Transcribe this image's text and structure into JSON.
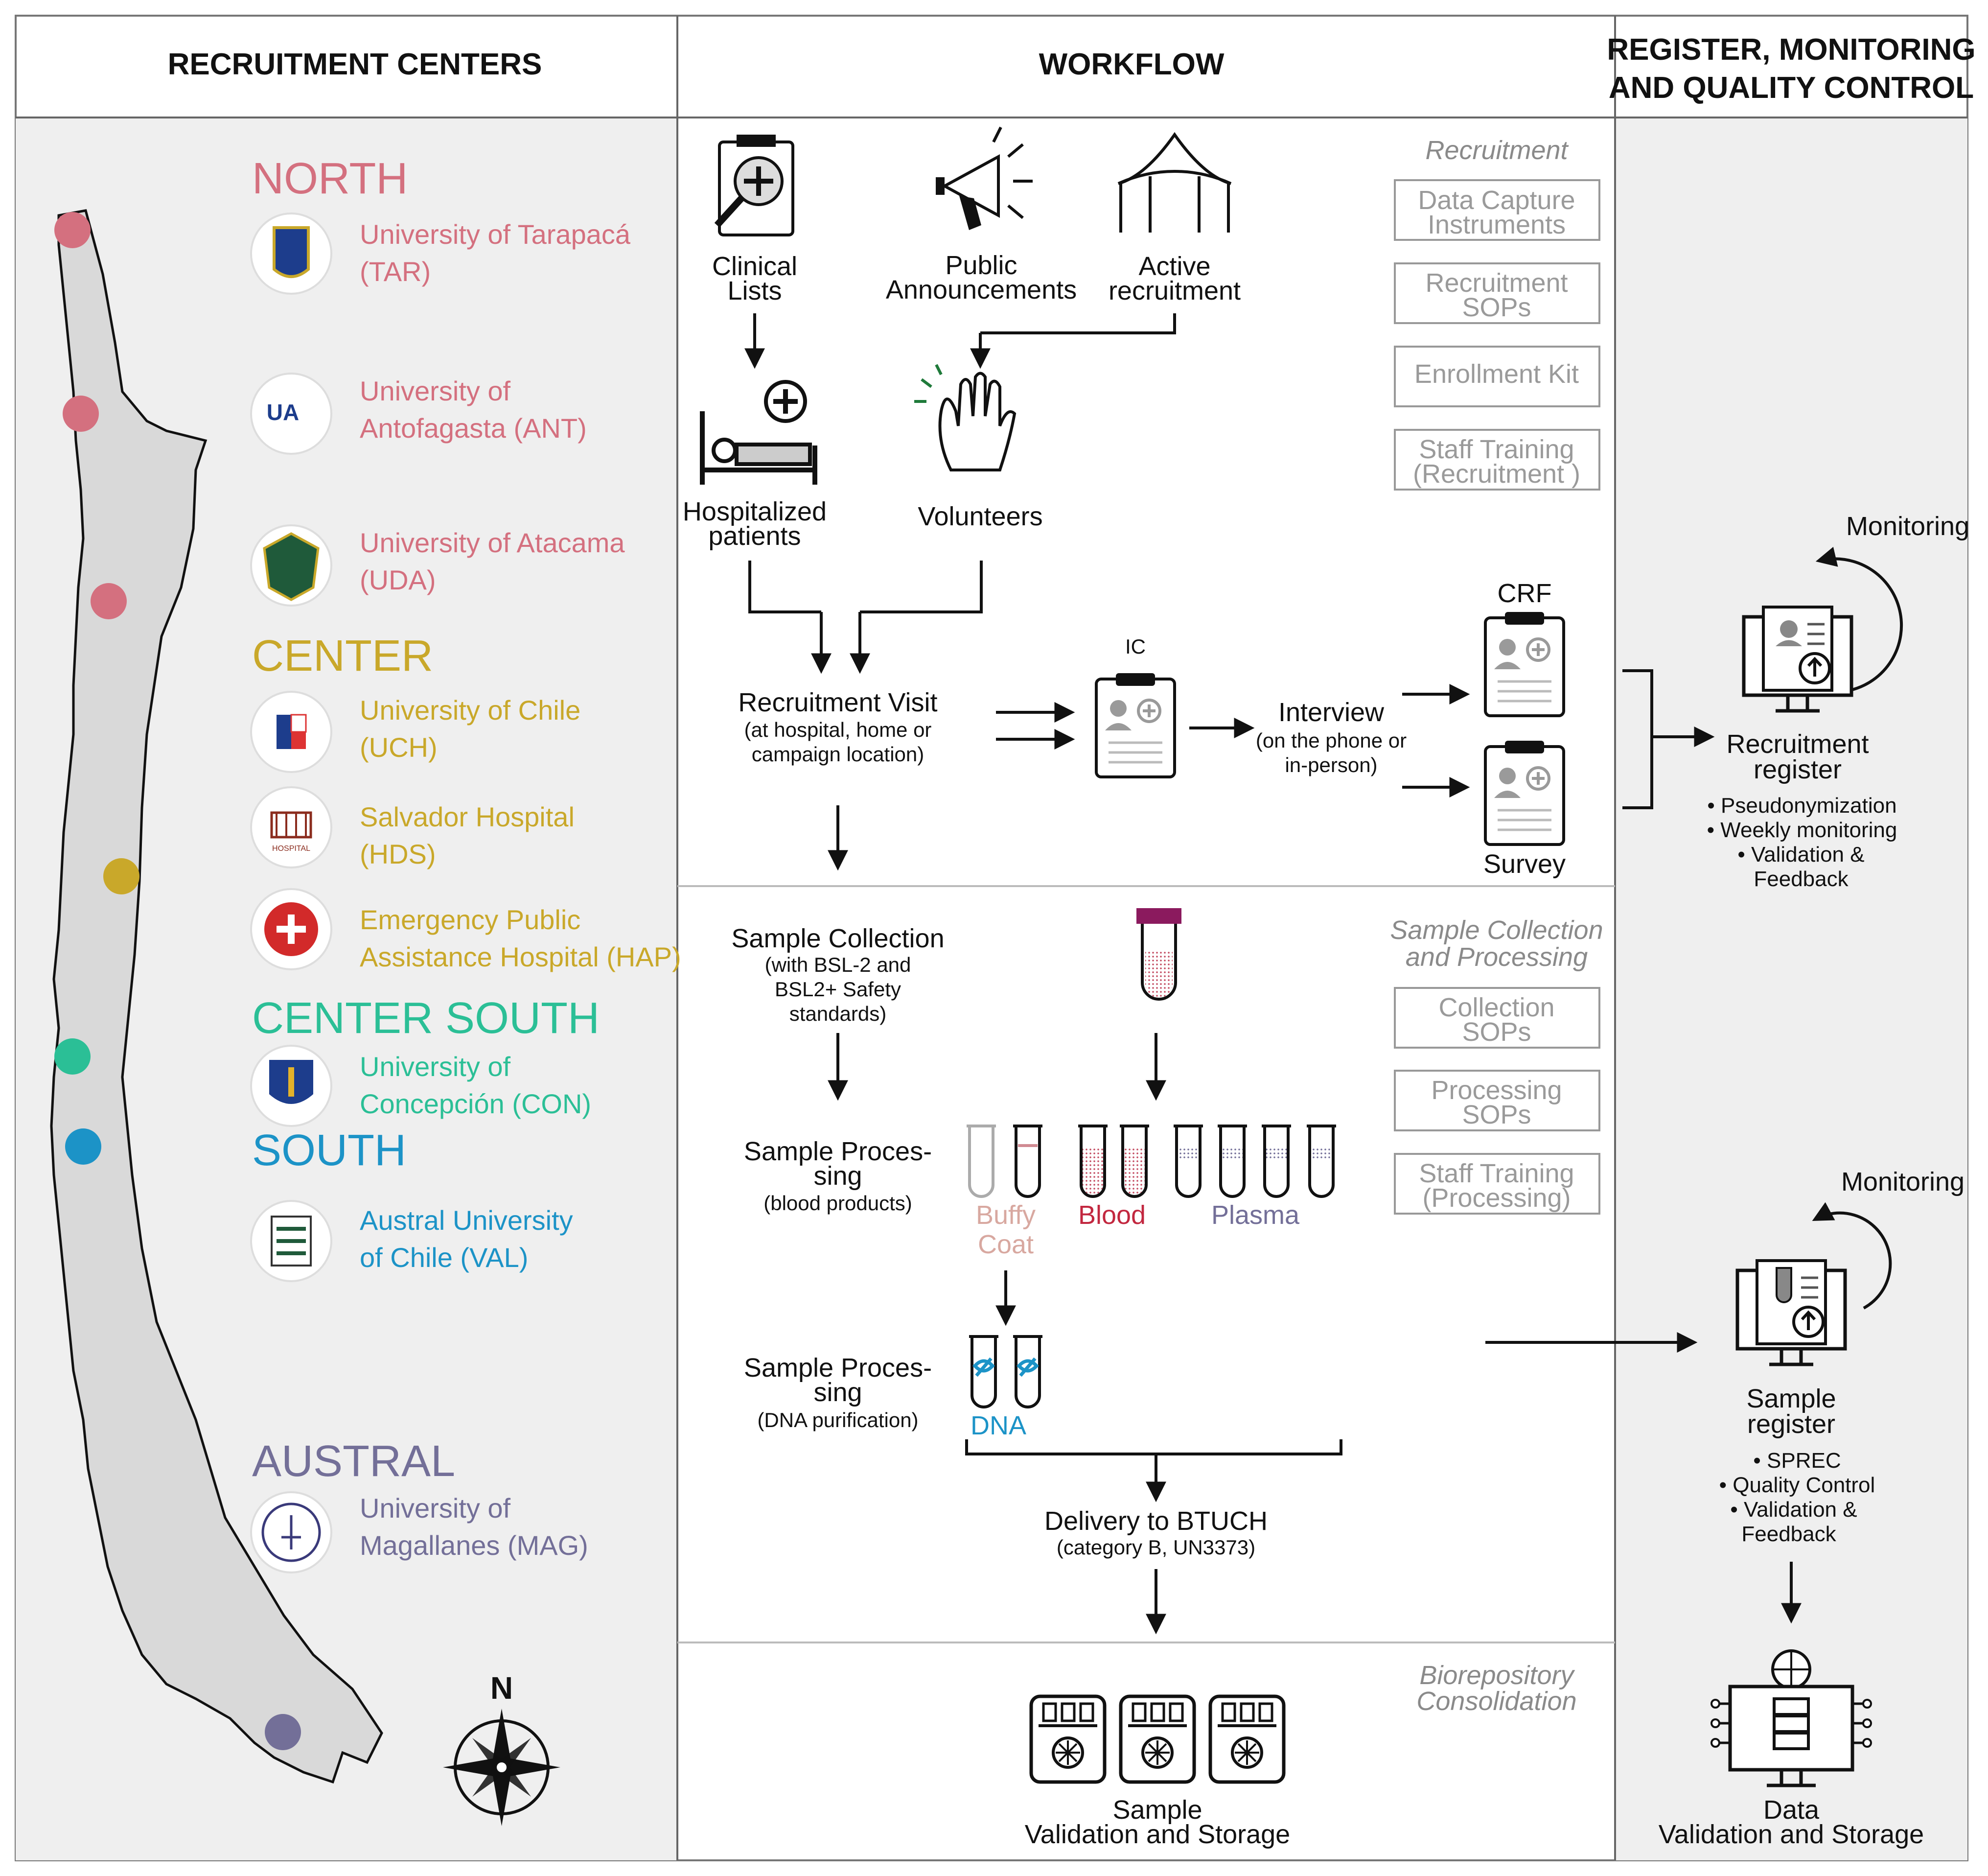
{
  "headers": {
    "recruitment_centers": "RECRUITMENT CENTERS",
    "workflow": "WORKFLOW",
    "register_line1": "REGISTER, MONITORING",
    "register_line2": "AND QUALITY CONTROL"
  },
  "colors": {
    "north": "#d4707f",
    "center": "#c9a82a",
    "center_south": "#2bbf96",
    "south": "#1c93c7",
    "austral": "#736f98",
    "panel_bg": "#efefef",
    "map_fill": "#d9d9d9"
  },
  "regions": {
    "north": {
      "label": "NORTH",
      "centers": [
        {
          "line1": "University of Tarapacá",
          "line2": "(TAR)"
        },
        {
          "line1": "University of",
          "line2": "Antofagasta (ANT)"
        },
        {
          "line1": "University of Atacama",
          "line2": "(UDA)"
        }
      ]
    },
    "center": {
      "label": "CENTER",
      "centers": [
        {
          "line1": "University of Chile",
          "line2": "(UCH)"
        },
        {
          "line1": "Salvador Hospital",
          "line2": "(HDS)"
        },
        {
          "line1": "Emergency Public",
          "line2": "Assistance Hospital (HAP)"
        }
      ]
    },
    "center_south": {
      "label": "CENTER SOUTH",
      "centers": [
        {
          "line1": "University of",
          "line2": "Concepción (CON)"
        }
      ]
    },
    "south": {
      "label": "SOUTH",
      "centers": [
        {
          "line1": "Austral University",
          "line2": "of Chile (VAL)"
        }
      ]
    },
    "austral": {
      "label": "AUSTRAL",
      "centers": [
        {
          "line1": "University of",
          "line2": "Magallanes (MAG)"
        }
      ]
    }
  },
  "logos": {
    "ua_text": "UA",
    "hds_text": "HOSPITAL"
  },
  "compass": {
    "north_letter": "N"
  },
  "workflow": {
    "sections": {
      "recruitment": "Recruitment",
      "collection_line1": "Sample Collection",
      "collection_line2": "and Processing",
      "biorepo_line1": "Biorepository",
      "biorepo_line2": "Consolidation"
    },
    "sops": [
      {
        "line1": "Data Capture",
        "line2": "Instruments"
      },
      {
        "line1": "Recruitment",
        "line2": "SOPs"
      },
      {
        "line1": "Enrollment Kit",
        "line2": ""
      },
      {
        "line1": "Staff Training",
        "line2": "(Recruitment )"
      },
      {
        "line1": "Collection",
        "line2": "SOPs"
      },
      {
        "line1": "Processing",
        "line2": "SOPs"
      },
      {
        "line1": "Staff Training",
        "line2": "(Processing)"
      }
    ],
    "clinical_lists": {
      "line1": "Clinical",
      "line2": "Lists"
    },
    "public_announcements": {
      "line1": "Public",
      "line2": "Announcements"
    },
    "active_recruitment": {
      "line1": "Active",
      "line2": "recruitment"
    },
    "hospitalized": {
      "line1": "Hospitalized",
      "line2": "patients"
    },
    "volunteers": "Volunteers",
    "recruitment_visit": {
      "title": "Recruitment Visit",
      "sub1": "(at hospital, home or",
      "sub2": "campaign location)"
    },
    "ic": "IC",
    "interview": {
      "title": "Interview",
      "sub1": "(on the phone or",
      "sub2": "in-person)"
    },
    "crf": "CRF",
    "survey": "Survey",
    "sample_collection": {
      "title": "Sample Collection",
      "sub1": "(with BSL-2 and",
      "sub2": "BSL2+ Safety",
      "sub3": "standards)"
    },
    "processing_blood": {
      "line1": "Sample Proces-",
      "line2": "sing",
      "sub": "(blood products)"
    },
    "processing_dna": {
      "line1": "Sample Proces-",
      "line2": "sing",
      "sub": "(DNA purification)"
    },
    "buffy_coat": {
      "line1": "Buffy",
      "line2": "Coat"
    },
    "blood": "Blood",
    "plasma": "Plasma",
    "dna": "DNA",
    "delivery": {
      "title": "Delivery to BTUCH",
      "sub": "(category B, UN3373)"
    },
    "sample_storage": {
      "line1": "Sample",
      "line2": "Validation and Storage"
    }
  },
  "register": {
    "monitoring": "Monitoring",
    "recruitment_register": {
      "line1": "Recruitment",
      "line2": "register"
    },
    "recruitment_bullets": [
      "• Pseudonymization",
      "• Weekly monitoring",
      "• Validation &",
      "Feedback"
    ],
    "sample_register": {
      "line1": "Sample",
      "line2": "register"
    },
    "sample_bullets": [
      "• SPREC",
      "• Quality Control",
      "• Validation &",
      "Feedback"
    ],
    "data_storage": {
      "line1": "Data",
      "line2": "Validation and Storage"
    }
  }
}
